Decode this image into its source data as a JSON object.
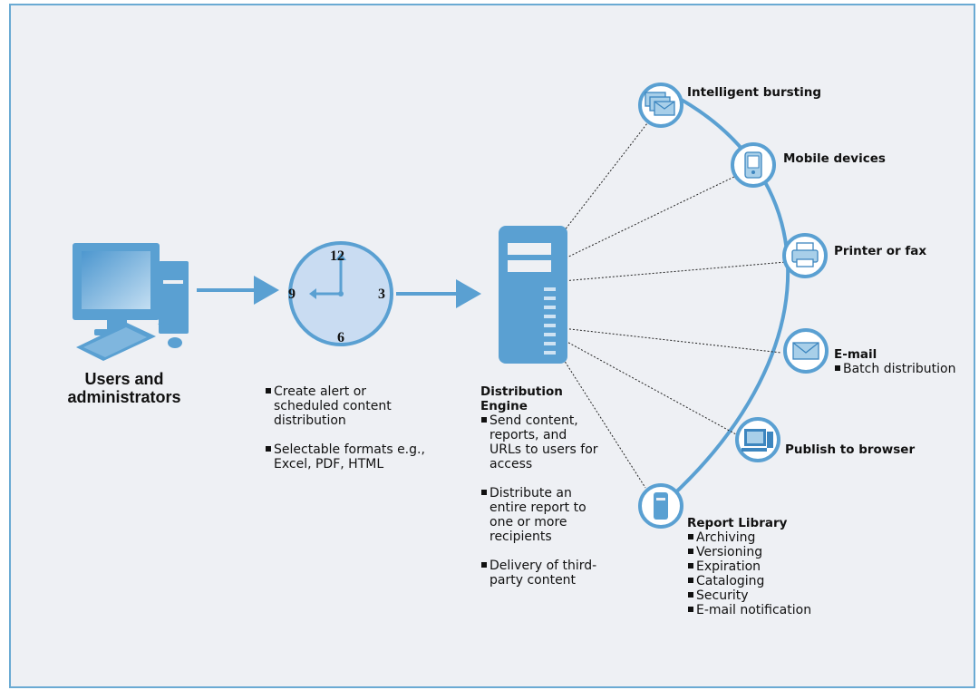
{
  "users": {
    "label_line1": "Users and",
    "label_line2": "administrators"
  },
  "clock": {
    "n12": "12",
    "n3": "3",
    "n6": "6",
    "n9": "9"
  },
  "scheduling": {
    "items": [
      "Create alert or scheduled content distribution",
      "Selectable formats e.g., Excel, PDF, HTML"
    ]
  },
  "engine": {
    "title_line1": "Distribution",
    "title_line2": "Engine",
    "items": [
      "Send content, reports, and URLs to users for access",
      "Distribute an entire report to one or more recipients",
      "Delivery of third-party content"
    ]
  },
  "nodes": {
    "bursting": {
      "label": "Intelligent bursting",
      "icon": "envelopes-icon"
    },
    "mobile": {
      "label": "Mobile devices",
      "icon": "pda-icon"
    },
    "printer": {
      "label": "Printer or fax",
      "icon": "printer-icon"
    },
    "email": {
      "label": "E-mail",
      "sub": [
        "Batch distribution"
      ],
      "icon": "envelope-icon"
    },
    "browser": {
      "label": "Publish to browser",
      "icon": "computer-icon"
    },
    "library": {
      "label": "Report Library",
      "sub": [
        "Archiving",
        "Versioning",
        "Expiration",
        "Cataloging",
        "Security",
        "E-mail notification"
      ],
      "icon": "server-icon"
    }
  },
  "colors": {
    "accent": "#5aa0d2",
    "light": "#a8cfe9",
    "frame_bg": "#eef0f4",
    "clock_face": "#c9dcf2"
  }
}
